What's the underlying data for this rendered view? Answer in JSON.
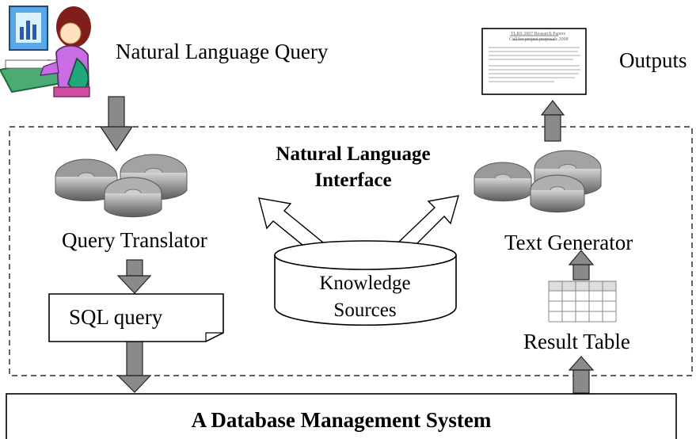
{
  "inputs": {
    "query_label": "Natural Language Query"
  },
  "outputs": {
    "label": "Outputs",
    "doc_title_line1": "TLRS 2007 Research Papers",
    "doc_title_line2": "Call for project proposals 2008"
  },
  "interface": {
    "title_line1": "Natural Language",
    "title_line2": "Interface"
  },
  "components": {
    "query_translator": "Query Translator",
    "text_generator": "Text Generator",
    "sql_query": "SQL query",
    "knowledge_sources_line1": "Knowledge",
    "knowledge_sources_line2": "Sources",
    "result_table": "Result Table"
  },
  "database": {
    "label": "A Database Management System"
  },
  "colors": {
    "arrow_fill": "#8a8a8a",
    "gear": "#8f8f8f",
    "table_header": "#dddddd"
  }
}
